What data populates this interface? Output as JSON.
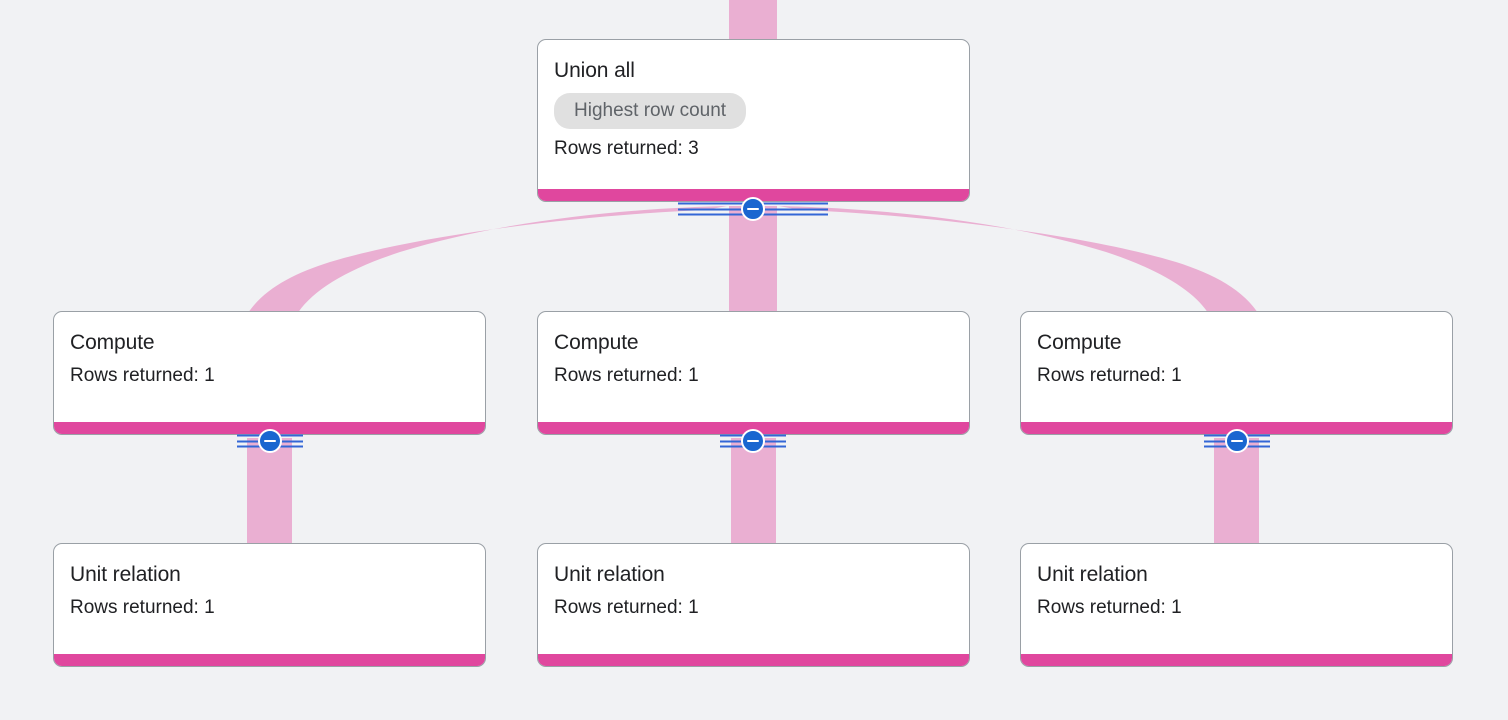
{
  "diagram": {
    "title": "query-execution-plan-graph",
    "background_color": "#f1f2f4",
    "edge_color": "#eaafd2",
    "node_bar_color": "#e0479e",
    "toggle_color": "#1a66d0",
    "badge_bg_color": "#e0e0e0",
    "nodes": [
      {
        "id": "union-all",
        "title": "Union all",
        "badge": "Highest row count",
        "rows_label": "Rows returned: 3",
        "collapsible": true
      },
      {
        "id": "compute-left",
        "title": "Compute",
        "badge": null,
        "rows_label": "Rows returned: 1",
        "collapsible": true
      },
      {
        "id": "compute-center",
        "title": "Compute",
        "badge": null,
        "rows_label": "Rows returned: 1",
        "collapsible": true
      },
      {
        "id": "compute-right",
        "title": "Compute",
        "badge": null,
        "rows_label": "Rows returned: 1",
        "collapsible": true
      },
      {
        "id": "unit-relation-left",
        "title": "Unit relation",
        "badge": null,
        "rows_label": "Rows returned: 1",
        "collapsible": false
      },
      {
        "id": "unit-relation-center",
        "title": "Unit relation",
        "badge": null,
        "rows_label": "Rows returned: 1",
        "collapsible": false
      },
      {
        "id": "unit-relation-right",
        "title": "Unit relation",
        "badge": null,
        "rows_label": "Rows returned: 1",
        "collapsible": false
      }
    ],
    "collapse_icon": "minus-circle-icon"
  }
}
